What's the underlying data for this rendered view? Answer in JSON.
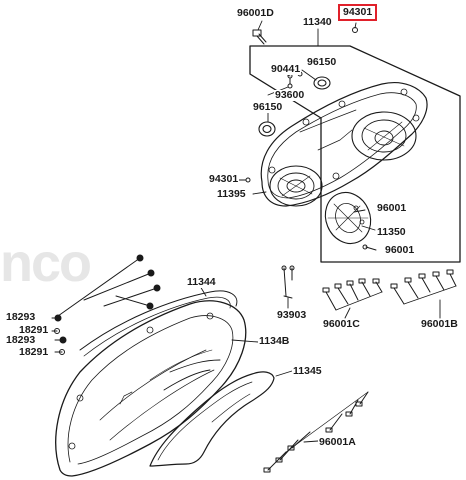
{
  "watermark_text": "nco",
  "labels": {
    "p96001D": "96001D",
    "p94301_top": "94301",
    "p11340": "11340",
    "p90441": "90441",
    "p96150_a": "96150",
    "p93600": "93600",
    "p96150_b": "96150",
    "p94301_left": "94301",
    "p11395": "11395",
    "p96001_r": "96001",
    "p11350": "11350",
    "p96001_r2": "96001",
    "p11344": "11344",
    "p18293_a": "18293",
    "p18291_a": "18291",
    "p18293_b": "18293",
    "p18291_b": "18291",
    "p93903": "93903",
    "p1134B": "1134B",
    "p96001C": "96001C",
    "p96001B": "96001B",
    "p11345": "11345",
    "p96001A": "96001A"
  },
  "colors": {
    "line": "#1a1a1a",
    "highlight": "#e0202a",
    "watermark": "#e6e6e6"
  }
}
